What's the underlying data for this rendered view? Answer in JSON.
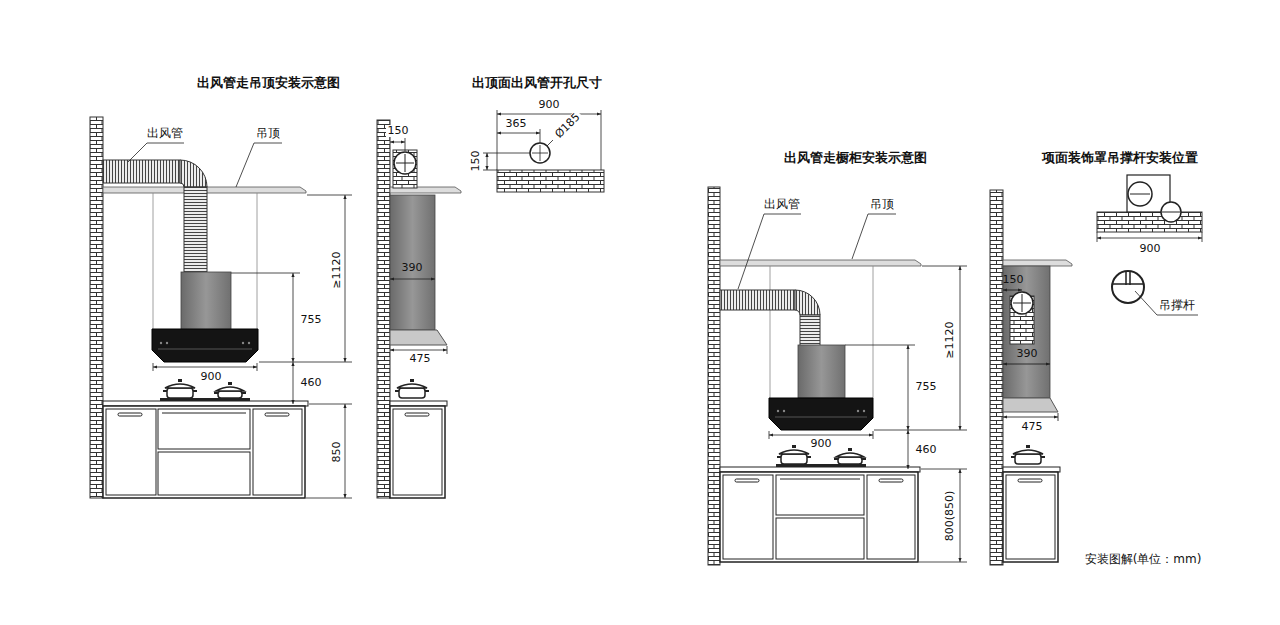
{
  "diagram": {
    "labels": [
      "出风管走吊顶安装示意图",
      "出顶面出风管开孔尺寸",
      "出风管",
      "吊顶",
      "≥1120",
      "755",
      "900",
      "460",
      "850",
      "150",
      "390",
      "475",
      "900",
      "365",
      "Ø185",
      "150",
      "出风管走橱柜安装示意图",
      "项面装饰罩吊撑杆安装位置",
      "出风管",
      "吊顶",
      "≥1120",
      "755",
      "900",
      "460",
      "800(850)",
      "150",
      "390",
      "475",
      "900",
      "吊撑杆",
      "安装图解(单位：mm)"
    ]
  }
}
